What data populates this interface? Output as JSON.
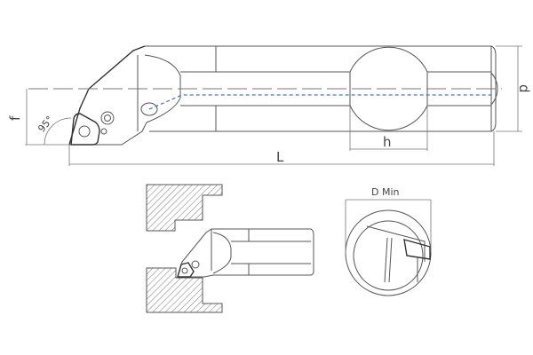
{
  "main_view": {
    "dim_f": "f",
    "dim_d": "d",
    "dim_h": "h",
    "dim_L": "L",
    "angle": "95°"
  },
  "section_view": {
    "dim_dmin": "D Min"
  },
  "colors": {
    "line": "#555555",
    "coolant": "#4a78c8",
    "hatch": "#777777"
  }
}
